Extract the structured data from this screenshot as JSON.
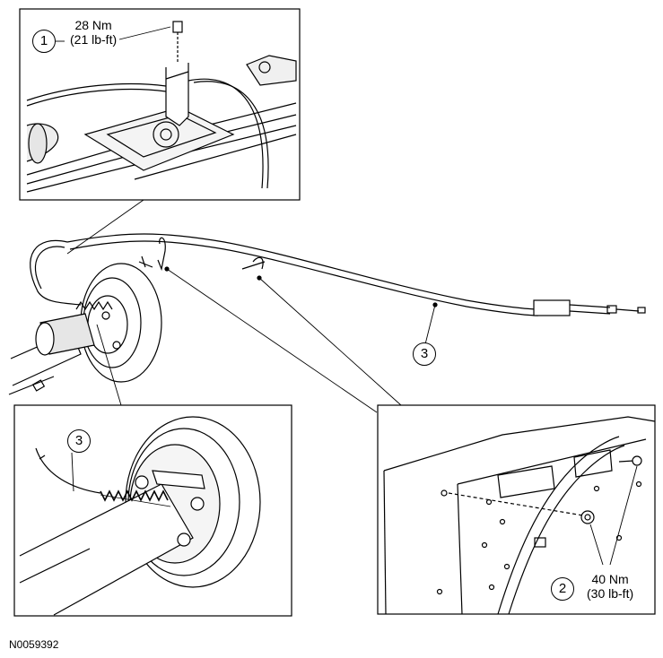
{
  "torque_specs": [
    {
      "value": "28 Nm",
      "alt": "(21 lb-ft)"
    },
    {
      "value": "40 Nm",
      "alt": "(30 lb-ft)"
    }
  ],
  "callouts": [
    "1",
    "3",
    "3",
    "2"
  ],
  "figure_id": "N0059392",
  "colors": {
    "line": "#000000",
    "fill": "#ffffff",
    "shade": "#d9d9d9"
  }
}
